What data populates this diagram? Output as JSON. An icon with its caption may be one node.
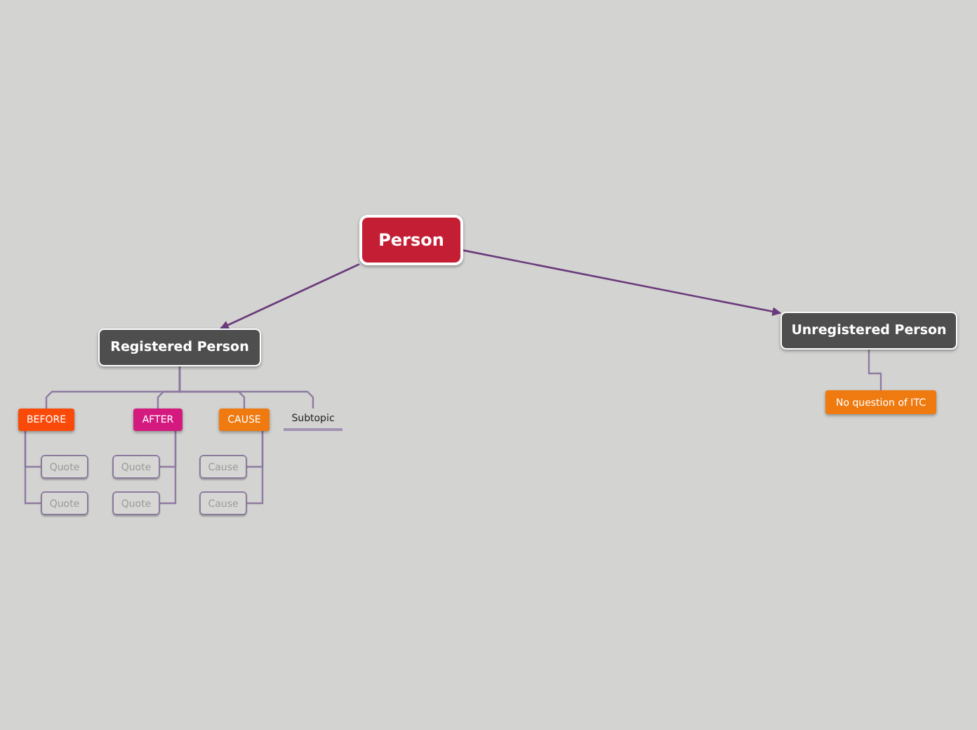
{
  "diagram": {
    "nodes": [
      {
        "text": [
          "Person"
        ]
      },
      {
        "text": [
          "Registered Person"
        ]
      },
      {
        "text": [
          "Unregistered Person"
        ]
      },
      {
        "text": [
          "BEFORE"
        ]
      },
      {
        "text": [
          "AFTER"
        ]
      },
      {
        "text": [
          "CAUSE"
        ]
      },
      {
        "text": [
          "Subtopic"
        ]
      },
      {
        "text": [
          "Quote"
        ]
      },
      {
        "text": [
          "Quote"
        ]
      },
      {
        "text": [
          "Quote"
        ]
      },
      {
        "text": [
          "Quote"
        ]
      },
      {
        "text": [
          "Cause"
        ]
      },
      {
        "text": [
          "Cause"
        ]
      },
      {
        "text": [
          "No question of ITC"
        ]
      }
    ],
    "edges": [
      {
        "from": 0,
        "to": 1,
        "arrow": "to",
        "color": "#6b3a7d"
      },
      {
        "from": 0,
        "to": 2,
        "arrow": "to",
        "color": "#6b3a7d"
      },
      {
        "from": 1,
        "to": 3,
        "arrow": "none"
      },
      {
        "from": 1,
        "to": 4,
        "arrow": "none"
      },
      {
        "from": 1,
        "to": 5,
        "arrow": "none"
      },
      {
        "from": 1,
        "to": 6,
        "arrow": "none"
      },
      {
        "from": 3,
        "to": 7,
        "arrow": "none"
      },
      {
        "from": 3,
        "to": 8,
        "arrow": "none"
      },
      {
        "from": 4,
        "to": 9,
        "arrow": "none"
      },
      {
        "from": 4,
        "to": 10,
        "arrow": "none"
      },
      {
        "from": 5,
        "to": 11,
        "arrow": "none"
      },
      {
        "from": 5,
        "to": 12,
        "arrow": "none"
      },
      {
        "from": 2,
        "to": 13,
        "arrow": "none"
      }
    ]
  }
}
